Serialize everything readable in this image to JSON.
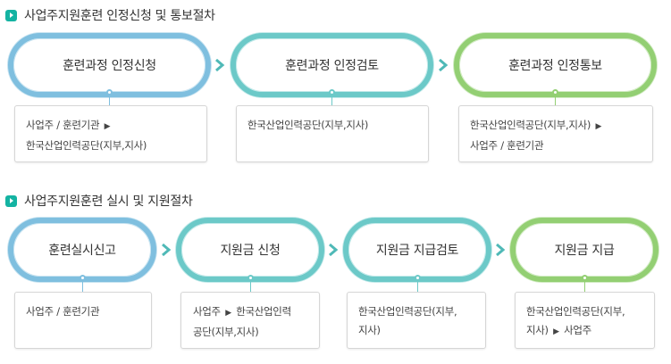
{
  "sections": [
    {
      "title": "사업주지원훈련 인정신청 및 통보절차",
      "steps": [
        {
          "label": "훈련과정 인정신청",
          "lines": [
            [
              "사업주 / 훈련기관",
              "▶"
            ],
            [
              "한국산업인력공단(지부,지사)"
            ]
          ]
        },
        {
          "label": "훈련과정 인정검토",
          "lines": [
            [
              "한국산업인력공단(지부,지사)"
            ]
          ]
        },
        {
          "label": "훈련과정 인정통보",
          "lines": [
            [
              "한국산업인력공단(지부,지사)",
              "▶"
            ],
            [
              "사업주 / 훈련기관"
            ]
          ]
        }
      ]
    },
    {
      "title": "사업주지원훈련 실시 및 지원절차",
      "steps": [
        {
          "label": "훈련실시신고",
          "lines": [
            [
              "사업주 / 훈련기관"
            ]
          ]
        },
        {
          "label": "지원금 신청",
          "lines": [
            [
              "사업주",
              "▶",
              "한국산업인력"
            ],
            [
              "공단(지부,지사)"
            ]
          ]
        },
        {
          "label": "지원금 지급검토",
          "lines": [
            [
              "한국산업인력공단(지부,"
            ],
            [
              "지사)"
            ]
          ]
        },
        {
          "label": "지원금 지급",
          "lines": [
            [
              "한국산업인력공단(지부,"
            ],
            [
              "지사)",
              "▶",
              "사업주"
            ]
          ]
        }
      ]
    }
  ],
  "colors": {
    "blue": "#7fbfdf",
    "teal": "#6cc9c8",
    "green": "#93cf73",
    "arrow": "#4fb9b7",
    "bullet": "#14b3a2"
  }
}
